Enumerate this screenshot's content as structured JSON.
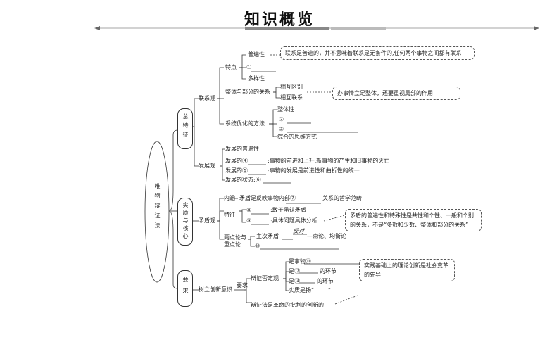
{
  "title": "知识概览",
  "root": "唯物辩证法",
  "branches": {
    "general": "总特征",
    "essence": "实质与核心",
    "requirement": "要求"
  },
  "connection": {
    "label": "联系观",
    "features": {
      "label": "特点",
      "universal": "普遍性",
      "blank1": "①",
      "diverse": "多样性",
      "note": "联系是普遍的，并不意味着联系是无条件的,任何两个事物之间都有联系"
    },
    "whole_part": {
      "label": "整体与部分的关系",
      "distinct": "相互区别",
      "linked": "相互联系",
      "note": "办事情立足整体，还要重视局部的作用"
    },
    "system": {
      "label": "系统优化的方法",
      "whole": "整体性",
      "blank2": "②",
      "blank3": "③",
      "thinking": "综合的思维方式"
    }
  },
  "development": {
    "label": "发展观",
    "universal": "发展的普遍性",
    "essence_prefix": "发展的④",
    "essence_text": ":事物的前进和上升,新事物的产生和旧事物的灭亡",
    "path_prefix": "发展的⑤",
    "path_text": ":事物的发展是前进性和曲折性的统一",
    "state": "发展的状态:⑥"
  },
  "contradiction": {
    "label": "矛盾观",
    "content_prefix": "内涵",
    "content_mid": "矛盾是反映事物内部⑦",
    "content_suffix": "关系的哲学范畴",
    "traits_label": "特征",
    "trait1_prefix": "⑧",
    "trait1_text": ":敢于承认矛盾",
    "trait2_prefix": "⑨",
    "trait2_text": ":具体问题具体分析",
    "two_points_label": "两点论与重点论",
    "main": "主次矛盾",
    "main_mid": "—点论、均衡论",
    "blank10": "⑩",
    "reject": "反对",
    "note": "矛盾的普遍性和特殊性是共性和个性、一般和个别的关系，不是“多数和少数、整体和部分的关系”"
  },
  "innovation": {
    "label": "树立创新意识",
    "req": "要求",
    "dialectic_view": "辩证否定观",
    "point11": "是事物⑪",
    "point12_prefix": "是⑫",
    "point12_suffix": "的环节",
    "point13_prefix": "是⑬",
    "point13_suffix": "的环节",
    "point14": "实质是扬“",
    "point14_close": "”",
    "revolutionary": "辩证法是革命的批判的创新的",
    "note": "实践基础上的理论创新是社会变革的先导"
  }
}
